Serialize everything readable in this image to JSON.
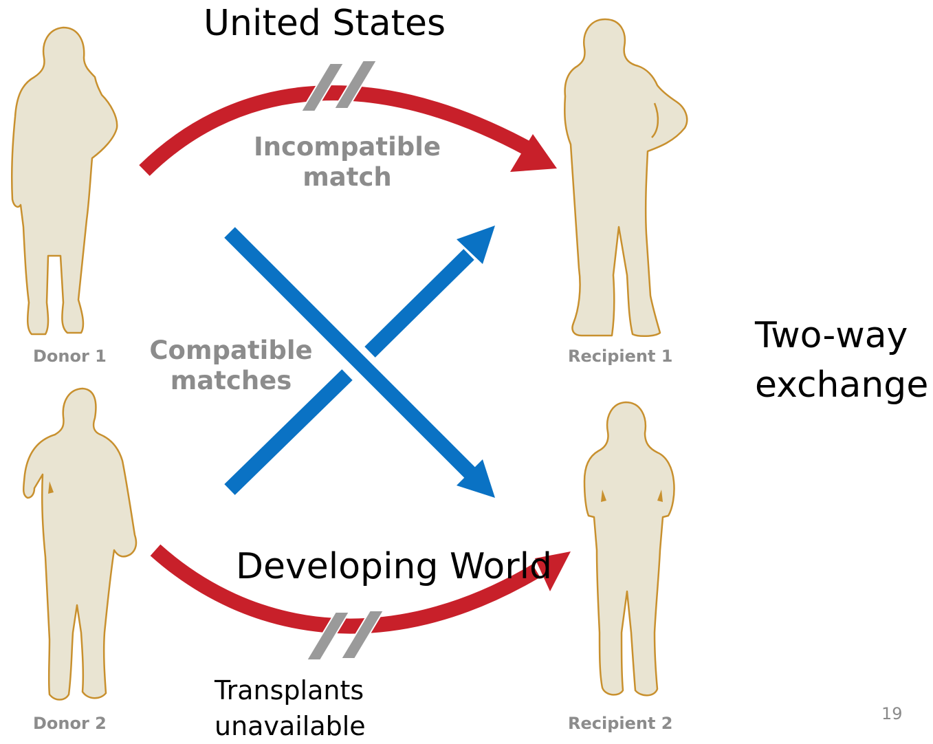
{
  "slide": {
    "title_us": "United States",
    "title_dev": "Developing World",
    "side_label_line1": "Two-way",
    "side_label_line2": "exchange",
    "unavailable_line1": "Transplants",
    "unavailable_line2": "unavailable",
    "page_number": "19"
  },
  "diagram": {
    "incompatible_line1": "Incompatible",
    "incompatible_line2": "match",
    "compatible_line1": "Compatible",
    "compatible_line2": "matches",
    "people": {
      "donor1": "Donor 1",
      "donor2": "Donor 2",
      "recipient1": "Recipient 1",
      "recipient2": "Recipient 2"
    },
    "colors": {
      "incompatible_arrow": "#c8202a",
      "compatible_arrow": "#0a72c4",
      "silhouette_fill": "#e9e4d2",
      "silhouette_stroke": "#c8902e",
      "break_mark": "#9a9a9a",
      "label_gray": "#8c8c8c"
    }
  }
}
